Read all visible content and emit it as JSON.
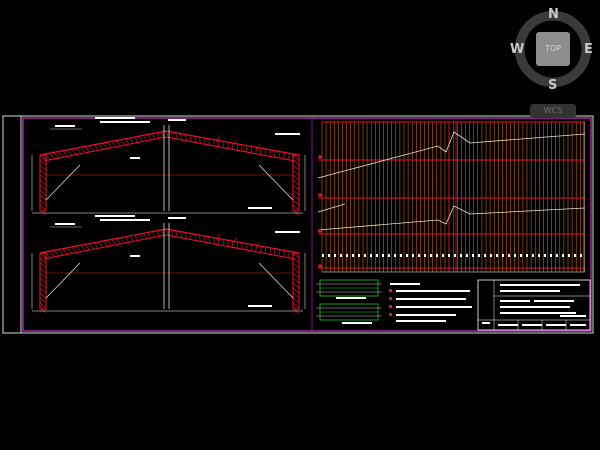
{
  "viewcube": {
    "north": "N",
    "south": "S",
    "east": "E",
    "west": "W",
    "face_label": "TOP",
    "icon": "compass-ring-icon"
  },
  "wcs": {
    "label": "WCS"
  },
  "colors": {
    "background": "#000000",
    "frame": "#cc33cc",
    "border": "#d8d8d8",
    "truss": "#e8102a",
    "dimension": "#ffffff",
    "grid_lines": "#e87820",
    "slope_lines": "#e8e8c8",
    "table_green": "#18c018",
    "title_block": "#ffffff"
  }
}
